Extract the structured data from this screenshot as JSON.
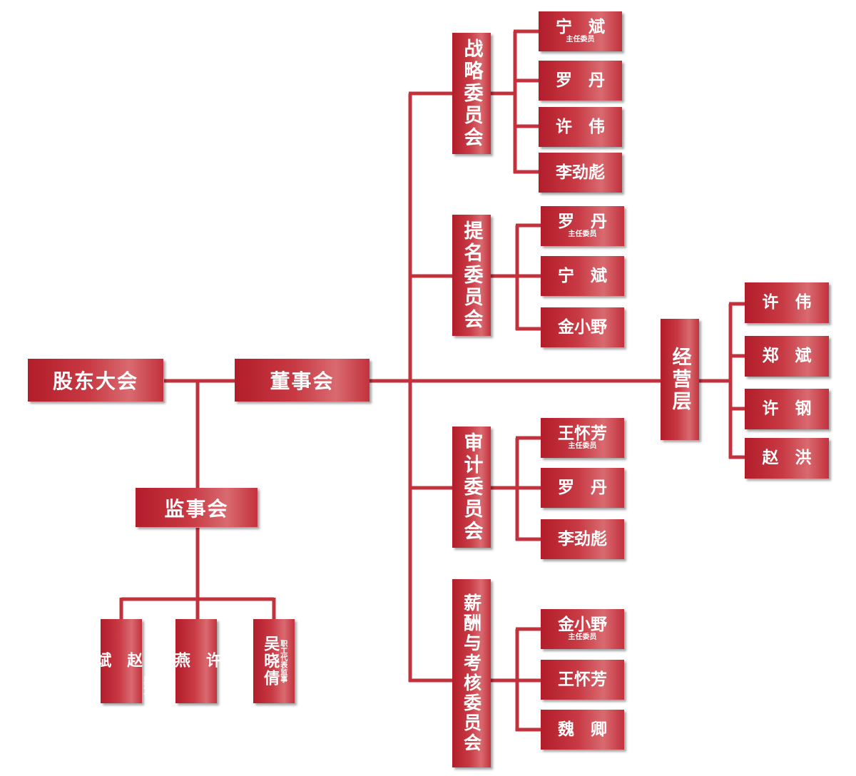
{
  "colors": {
    "line": "#c2323d",
    "box": "#c83a44"
  },
  "top": {
    "shareholders": "股东大会",
    "board": "董事会",
    "supervisory": "监事会",
    "management": "经营层"
  },
  "supervisors": [
    {
      "name": "赵\n\n斌",
      "note": "监事长"
    },
    {
      "name": "许\n\n燕",
      "note": ""
    },
    {
      "name": "吴晓倩",
      "note": "职工代表监事"
    }
  ],
  "committees": [
    {
      "title": "战略委员会",
      "members": [
        {
          "name": "宁　斌",
          "note": "主任委员"
        },
        {
          "name": "罗　丹",
          "note": ""
        },
        {
          "name": "许　伟",
          "note": ""
        },
        {
          "name": "李劲彪",
          "note": ""
        }
      ]
    },
    {
      "title": "提名委员会",
      "members": [
        {
          "name": "罗　丹",
          "note": "主任委员"
        },
        {
          "name": "宁　斌",
          "note": ""
        },
        {
          "name": "金小野",
          "note": ""
        }
      ]
    },
    {
      "title": "审计委员会",
      "members": [
        {
          "name": "王怀芳",
          "note": "主任委员"
        },
        {
          "name": "罗　丹",
          "note": ""
        },
        {
          "name": "李劲彪",
          "note": ""
        }
      ]
    },
    {
      "title": "薪酬与考核委员会",
      "members": [
        {
          "name": "金小野",
          "note": "主任委员"
        },
        {
          "name": "王怀芳",
          "note": ""
        },
        {
          "name": "魏　卿",
          "note": ""
        }
      ]
    }
  ],
  "management_members": [
    "许　伟",
    "郑　斌",
    "许　钢",
    "赵　洪"
  ]
}
